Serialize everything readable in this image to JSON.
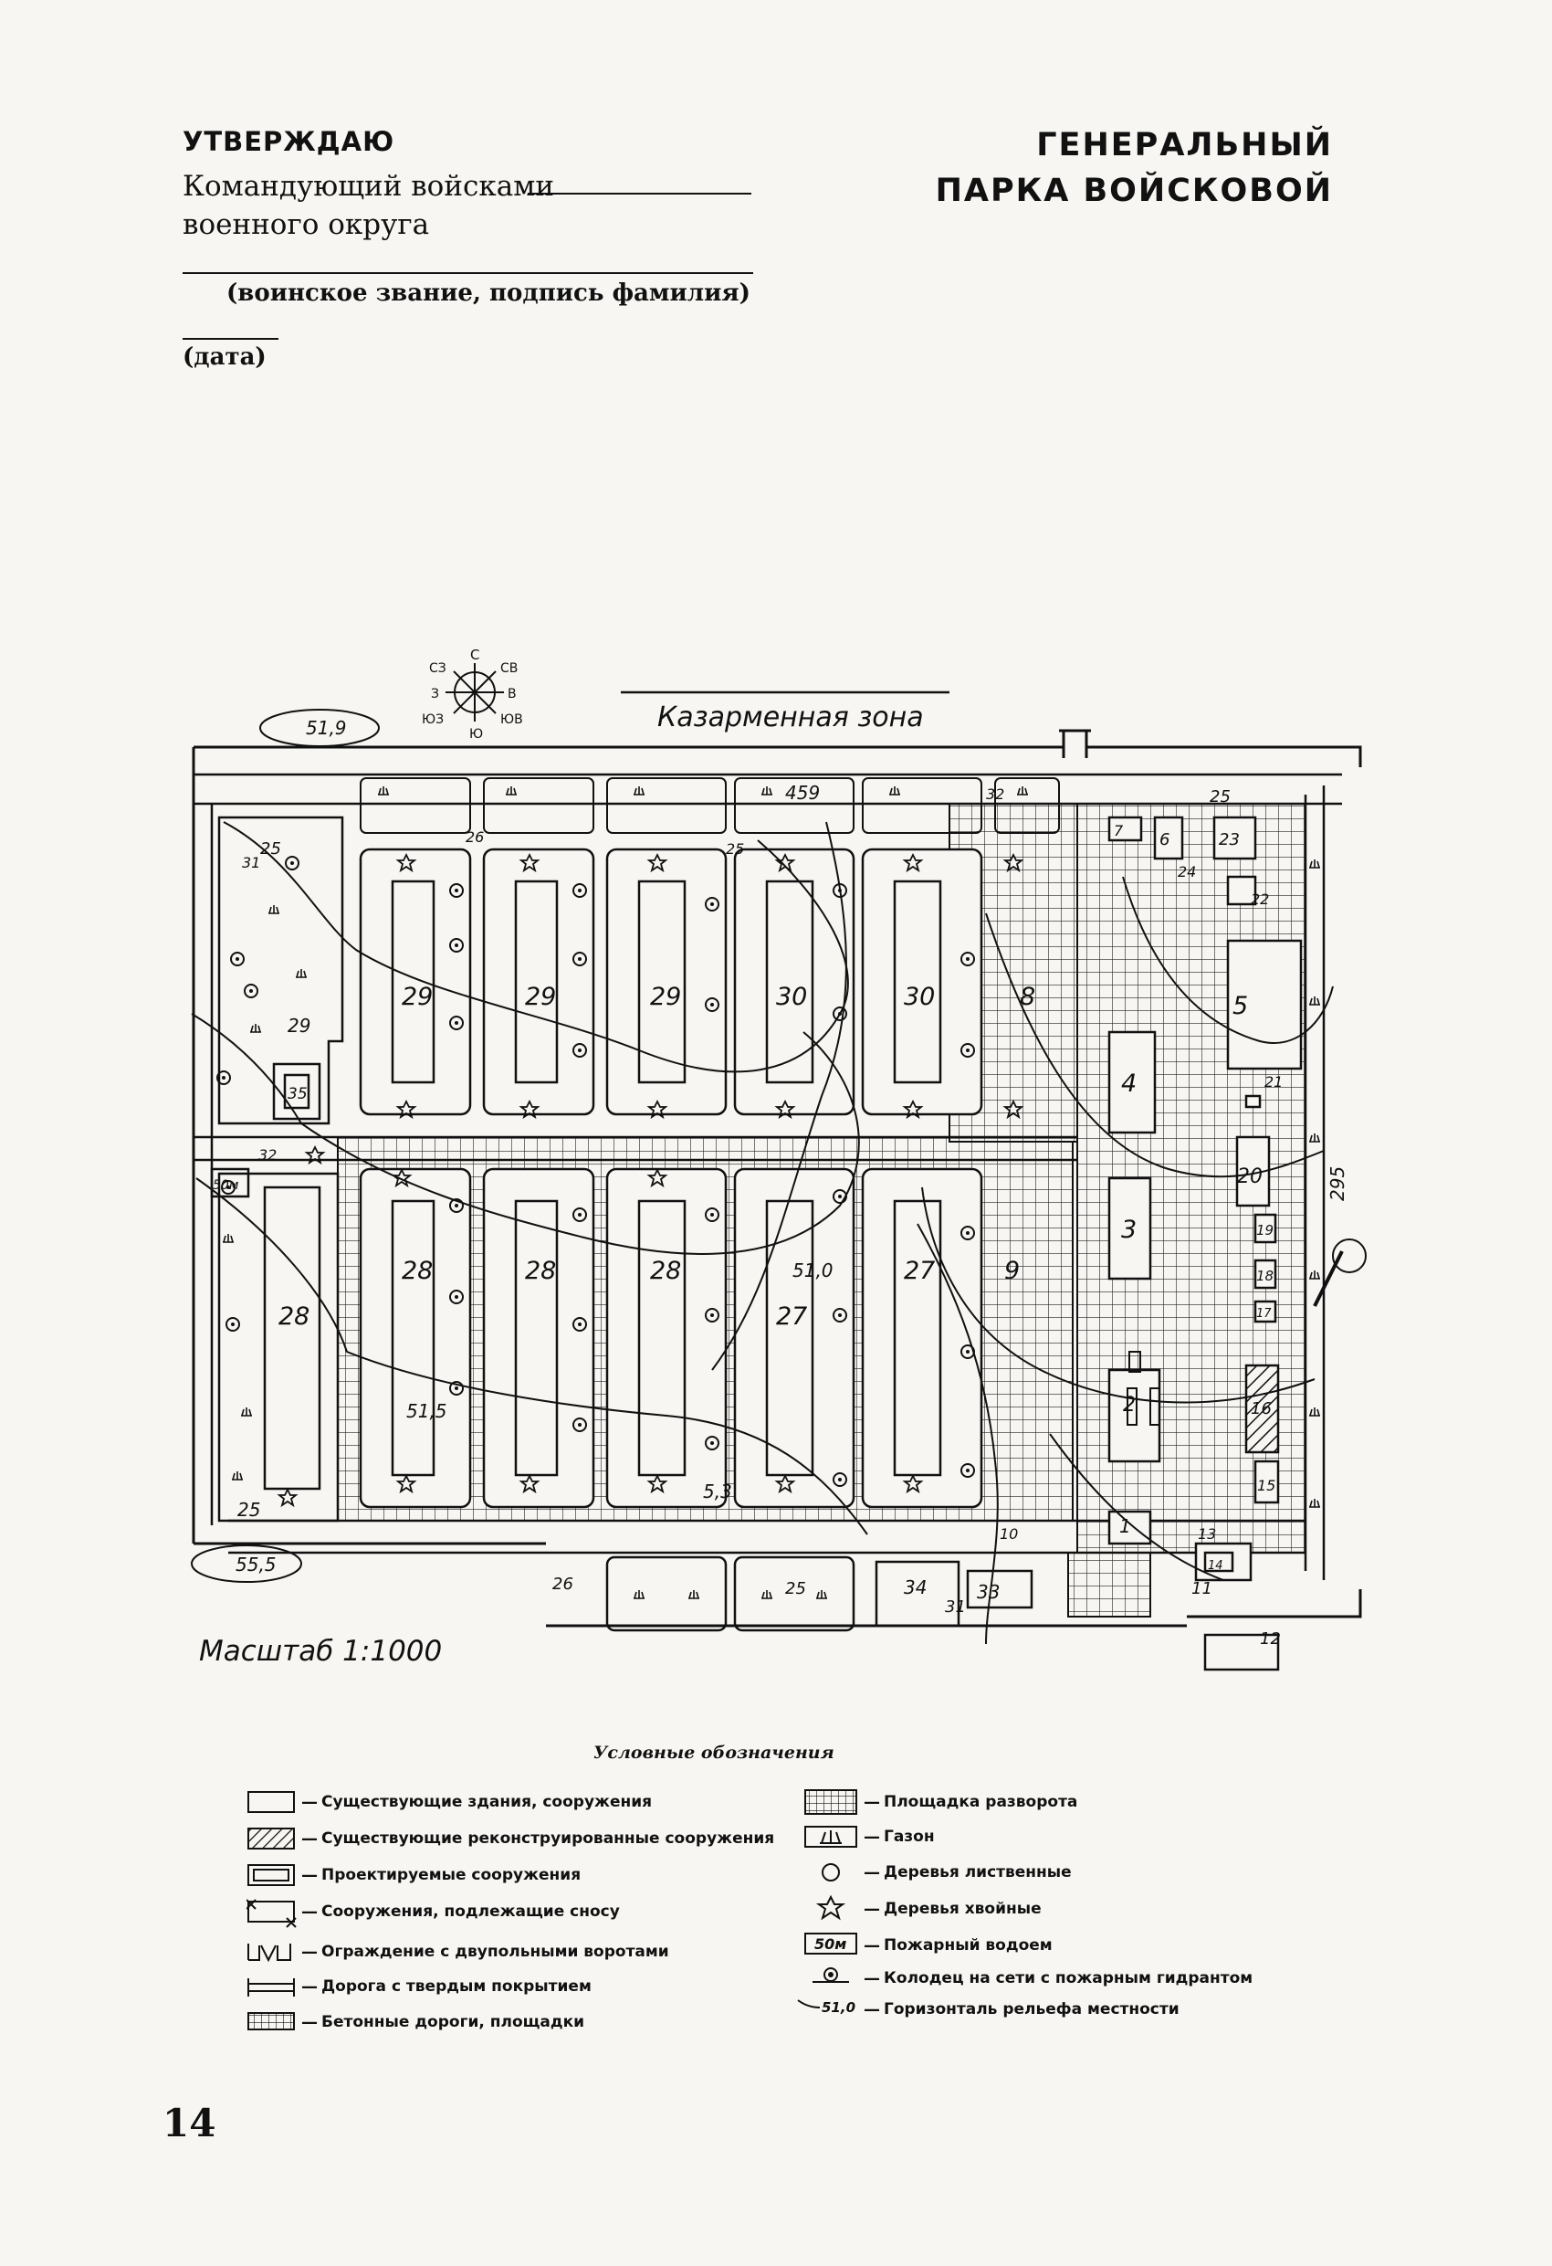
{
  "approval": {
    "heading": "УТВЕРЖДАЮ",
    "line1": "Командующий войсками",
    "line2": "военного округа",
    "signature_caption": "(воинское звание, подпись фамилия)",
    "date_caption": "(дата)"
  },
  "header": {
    "title_line1": "ГЕНЕРАЛЬНЫЙ",
    "title_line2": "ПАРКА ВОЙСКОВОЙ"
  },
  "map": {
    "zone_label": "Казарменная зона",
    "scale_label": "Масштаб 1:1000",
    "compass": {
      "n": "С",
      "ne": "СВ",
      "e": "В",
      "se": "ЮВ",
      "s": "Ю",
      "sw": "ЮЗ",
      "w": "З",
      "nw": "СЗ"
    },
    "elevations": {
      "top_left_mark": "51,9",
      "bottom_left_mark": "55,5",
      "contour_459": "459",
      "contour_510": "51,0",
      "contour_515": "51,5",
      "contour_53": "5,3",
      "dim_295": "295"
    },
    "numbers": {
      "n1": "1",
      "n2": "2",
      "n3": "3",
      "n4": "4",
      "n5": "5",
      "n6": "6",
      "n7": "7",
      "n8": "8",
      "n9": "9",
      "n10": "10",
      "n11": "11",
      "n12": "12",
      "n13": "13",
      "n14": "14",
      "n15": "15",
      "n16": "16",
      "n17": "17",
      "n18": "18",
      "n19": "19",
      "n20": "20",
      "n21": "21",
      "n22": "22",
      "n23": "23",
      "n24": "24",
      "n25": "25",
      "n26": "26",
      "n27": "27",
      "n28": "28",
      "n29": "29",
      "n30": "30",
      "n31": "31",
      "n32": "32",
      "n33": "33",
      "n34": "34",
      "n35": "35",
      "n50": "50м"
    }
  },
  "legend": {
    "title": "Условные обозначения",
    "items": [
      "Существующие здания, сооружения",
      "Существующие реконструированные сооружения",
      "Проектируемые сооружения",
      "Сооружения, подлежащие сносу",
      "Ограждение с двупольными воротами",
      "Дорога с твердым покрытием",
      "Бетонные дороги, площадки",
      "Площадка разворота",
      "Газон",
      "Деревья лиственные",
      "Деревья хвойные",
      "Пожарный водоем",
      "Колодец на сети с пожарным гидрантом",
      "Горизонталь рельефа местности"
    ],
    "symbol_labels": {
      "fire_pond": "50м",
      "contour": "51,0"
    }
  },
  "page_number": "14"
}
